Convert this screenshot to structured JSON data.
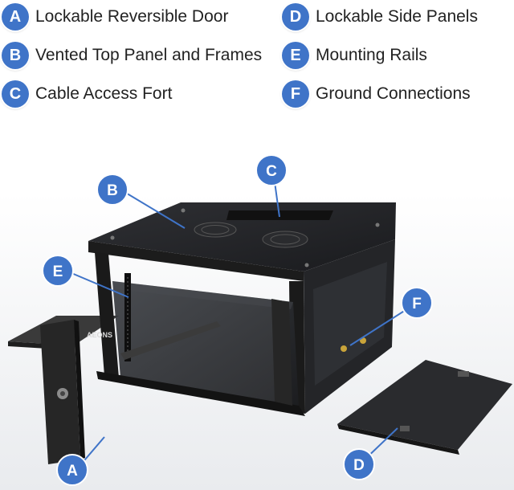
{
  "legend": [
    {
      "letter": "A",
      "label": "Lockable Reversible Door"
    },
    {
      "letter": "B",
      "label": "Vented Top Panel and Frames"
    },
    {
      "letter": "C",
      "label": "Cable Access Fort"
    },
    {
      "letter": "D",
      "label": "Lockable Side Panels"
    },
    {
      "letter": "E",
      "label": "Mounting Rails"
    },
    {
      "letter": "F",
      "label": "Ground Connections"
    }
  ],
  "callouts": {
    "a": "A",
    "b": "B",
    "c": "C",
    "d": "D",
    "e": "E",
    "f": "F"
  },
  "brand_label": "AEONS",
  "colors": {
    "badge": "#3f74c8",
    "cabinet": "#2b2b2b",
    "text": "#222222"
  }
}
